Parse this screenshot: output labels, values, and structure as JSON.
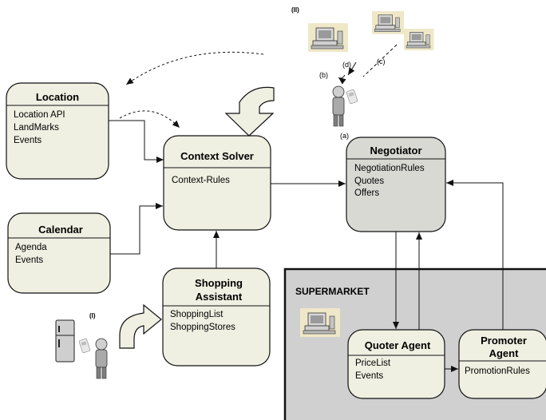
{
  "colors": {
    "box_fill": "#efefe2",
    "negotiator_fill": "#d9d9d4",
    "supermarket_fill": "#d0d0d0",
    "stroke": "#111111"
  },
  "labels": {
    "ii": "(II)",
    "i": "(I)",
    "a": "(a)",
    "b": "(b)",
    "c": "(c)",
    "d": "(d)",
    "supermarket": "SUPERMARKET"
  },
  "location": {
    "title": "Location",
    "items": [
      "Location API",
      "LandMarks",
      "Events"
    ]
  },
  "calendar": {
    "title": "Calendar",
    "items": [
      "Agenda",
      "Events"
    ]
  },
  "context_solver": {
    "title": "Context Solver",
    "items": [
      "Context-Rules"
    ]
  },
  "shopping_assistant": {
    "title_line1": "Shopping",
    "title_line2": "Assistant",
    "items": [
      "ShoppingList",
      "ShoppingStores"
    ]
  },
  "negotiator": {
    "title": "Negotiator",
    "items": [
      "NegotiationRules",
      "Quotes",
      "Offers"
    ]
  },
  "quoter_agent": {
    "title": "Quoter Agent",
    "items": [
      "PriceList",
      "Events"
    ]
  },
  "promoter_agent": {
    "title_line1": "Promoter",
    "title_line2": "Agent",
    "items": [
      "PromotionRules"
    ]
  },
  "icons": [
    "computer-icon",
    "person-icon",
    "phone-icon",
    "refrigerator-icon"
  ]
}
